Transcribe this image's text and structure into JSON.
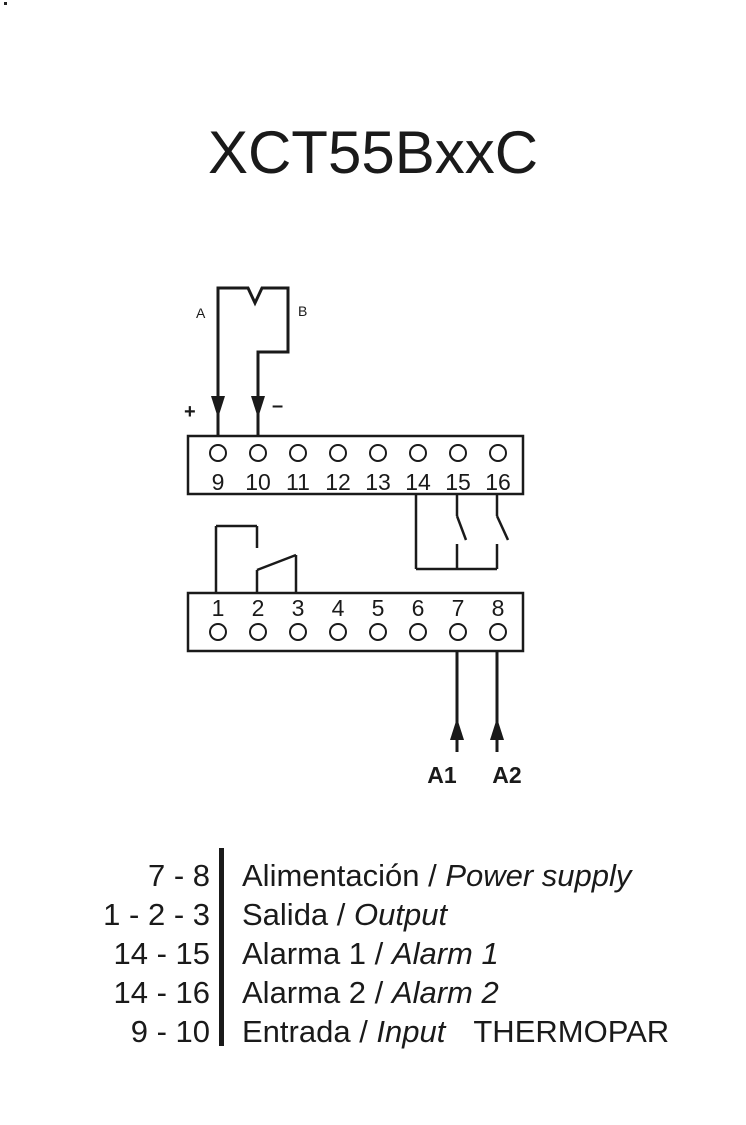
{
  "title": "XCT55BxxC",
  "thermocouple": {
    "label_a": "A",
    "label_b": "B",
    "plus": "+",
    "minus": "–"
  },
  "terminals": {
    "top": [
      "9",
      "10",
      "11",
      "12",
      "13",
      "14",
      "15",
      "16"
    ],
    "bottom": [
      "1",
      "2",
      "3",
      "4",
      "5",
      "6",
      "7",
      "8"
    ]
  },
  "power": {
    "a1": "A1",
    "a2": "A2"
  },
  "legend": [
    {
      "terms": "7 - 8",
      "desc_es": "Alimentación",
      "sep": " / ",
      "desc_en": "Power supply",
      "extra": ""
    },
    {
      "terms": "1 - 2 - 3",
      "desc_es": "Salida",
      "sep": " / ",
      "desc_en": "Output",
      "extra": ""
    },
    {
      "terms": "14 - 15",
      "desc_es": "Alarma 1",
      "sep": " / ",
      "desc_en": "Alarm 1",
      "extra": ""
    },
    {
      "terms": "14 - 16",
      "desc_es": "Alarma 2",
      "sep": " / ",
      "desc_en": "Alarm 2",
      "extra": ""
    },
    {
      "terms": "9 - 10",
      "desc_es": "Entrada",
      "sep": " / ",
      "desc_en": "Input",
      "extra": "THERMOPAR"
    }
  ]
}
